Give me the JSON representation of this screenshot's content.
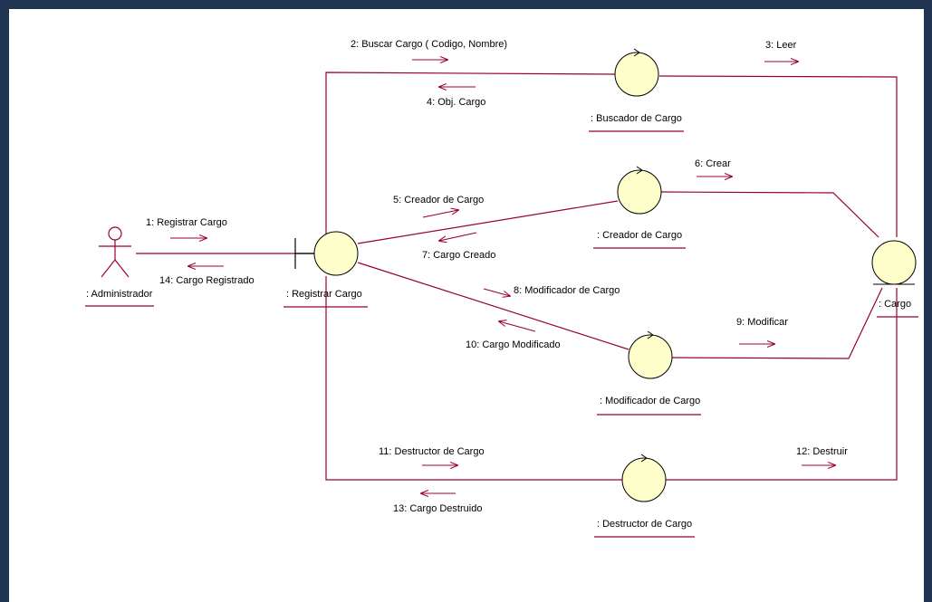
{
  "colors": {
    "line": "#990033",
    "node_fill": "#ffffcc",
    "node_stroke": "#000000",
    "frame": "#1f3551"
  },
  "actor": {
    "name": ": Administrador"
  },
  "objects": {
    "registrar": ": Registrar Cargo",
    "buscador": ": Buscador de Cargo",
    "creador": ": Creador de Cargo",
    "modificador": ": Modificador de Cargo",
    "destructor": ": Destructor de Cargo",
    "cargo": ": Cargo"
  },
  "messages": {
    "m1": "1: Registrar Cargo",
    "m2": "2: Buscar Cargo ( Codigo, Nombre)",
    "m3": "3: Leer",
    "m4": "4: Obj. Cargo",
    "m5": "5: Creador de Cargo",
    "m6": "6: Crear",
    "m7": "7: Cargo Creado",
    "m8": "8: Modificador de Cargo",
    "m9": "9: Modificar",
    "m10": "10: Cargo Modificado",
    "m11": "11: Destructor de Cargo",
    "m12": "12: Destruir",
    "m13": "13: Cargo Destruido",
    "m14": "14: Cargo Registrado"
  }
}
